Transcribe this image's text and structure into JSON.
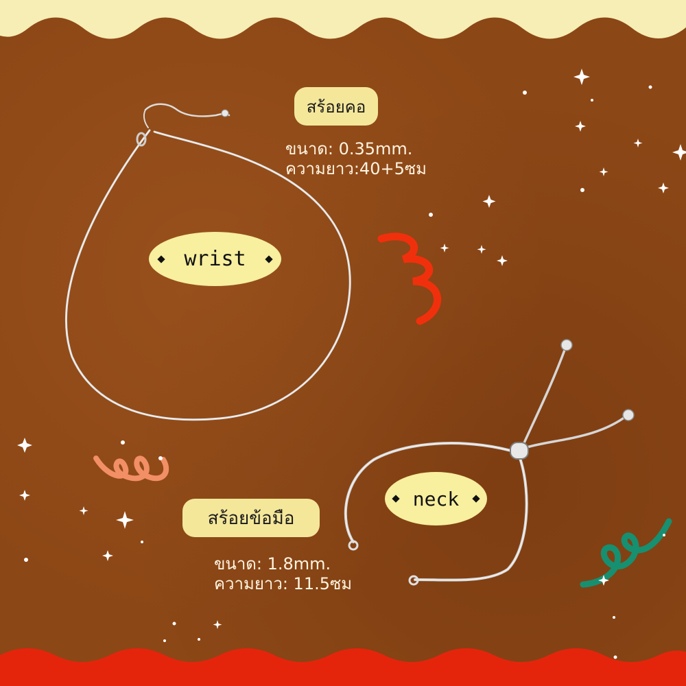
{
  "necklace": {
    "title": "สร้อยคอ",
    "size_line": "ขนาด:  0.35mm.",
    "length_line": "ความยาว:40+5ซม"
  },
  "bracelet": {
    "title": "สร้อยข้อมือ",
    "size_line": "ขนาด:  1.8mm.",
    "length_line": "ความยาว:  11.5ซม"
  },
  "ovals": {
    "upper": "wrist",
    "lower": "neck"
  },
  "colors": {
    "background": "#8c4716",
    "top_wave": "#f6eeb4",
    "bottom_wave": "#e4250c",
    "label_fill": "#f4e79a",
    "red_squiggle": "#f0300c",
    "peach_loops": "#f28f66",
    "green_loops": "#169070"
  }
}
